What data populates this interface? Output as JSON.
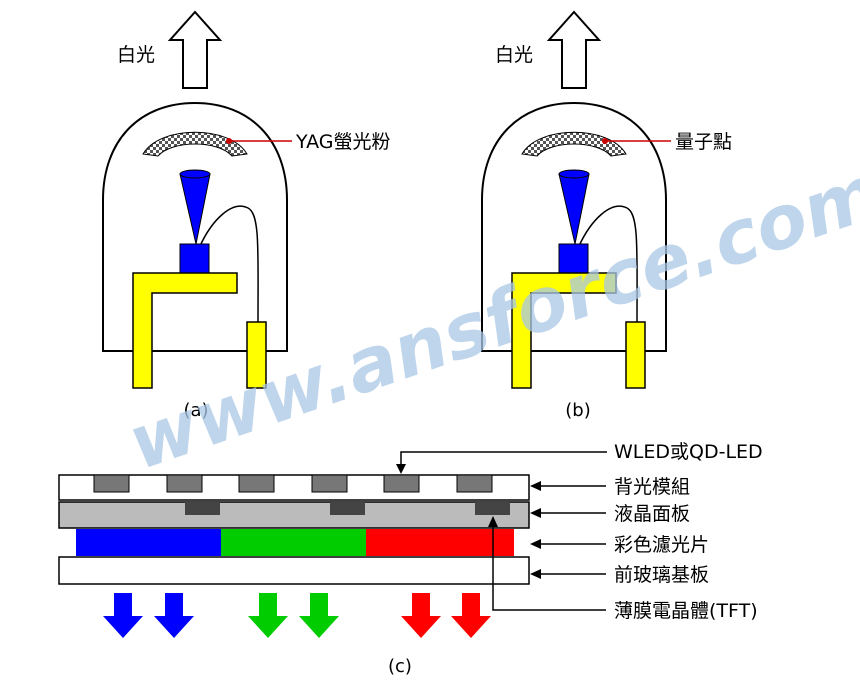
{
  "panel_a": {
    "arrow_label": "白光",
    "phosphor_label": "YAG螢光粉",
    "caption": "(a)"
  },
  "panel_b": {
    "arrow_label": "白光",
    "phosphor_label": "量子點",
    "caption": "(b)"
  },
  "panel_c": {
    "caption": "(c)",
    "labels": {
      "led": "WLED或QD-LED",
      "backlight": "背光模組",
      "lc_panel": "液晶面板",
      "color_filter": "彩色濾光片",
      "front_glass": "前玻璃基板",
      "tft": "薄膜電晶體(TFT)"
    }
  },
  "watermark": "www.ansforce.com",
  "colors": {
    "blue": "#0000ff",
    "green": "#00cc00",
    "red": "#ff0000",
    "yellow": "#ffff00",
    "led_gray": "#777777",
    "panel_gray": "#bbbbbb",
    "tft_dark": "#444444",
    "watermark": "#a8c7e6",
    "pointer_red": "#cc0000"
  }
}
